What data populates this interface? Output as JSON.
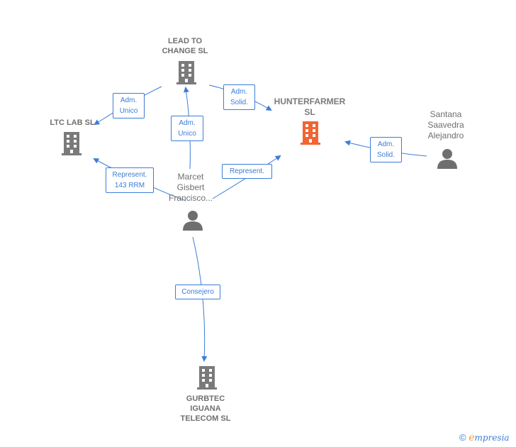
{
  "nodes": {
    "lead_to_change": {
      "label": "LEAD TO\nCHANGE SL"
    },
    "hunterfarmer": {
      "label": "HUNTERFARMER\nSL"
    },
    "ltc_lab": {
      "label": "LTC LAB  SL"
    },
    "marcet": {
      "label": "Marcet\nGisbert\nFrancisco..."
    },
    "santana": {
      "label": "Santana\nSaavedra\nAlejandro"
    },
    "gurbtec": {
      "label": "GURBTEC\nIGUANA\nTELECOM  SL"
    }
  },
  "edges": {
    "marcet_ltc": {
      "label": "Represent.\n143 RRM"
    },
    "marcet_lead": {
      "label": "Adm.\nUnico"
    },
    "marcet_hunter": {
      "label": "Represent."
    },
    "marcet_gurbtec": {
      "label": "Consejero"
    },
    "lead_ltc": {
      "label": "Adm.\nUnico"
    },
    "lead_hunter": {
      "label": "Adm.\nSolid."
    },
    "santana_hunter": {
      "label": "Adm.\nSolid."
    }
  },
  "colors": {
    "edge": "#3b7dd8",
    "company_icon": "#7a7a7a",
    "focus_icon": "#f26532",
    "person_icon": "#6f6f6f"
  },
  "watermark": {
    "symbol": "©",
    "brand_initial": "e",
    "brand_rest": "mpresia"
  }
}
